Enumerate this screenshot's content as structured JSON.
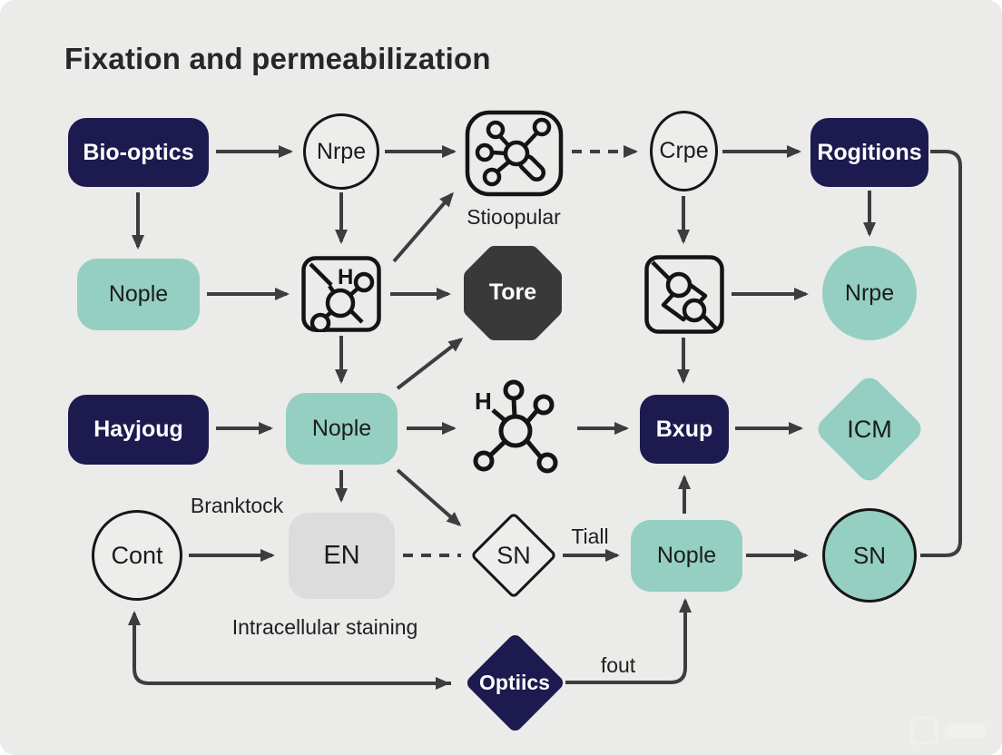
{
  "title": "Fixation and permeabilization",
  "nodes": {
    "bio_optics": "Bio-optics",
    "nrpe_top": "Nrpe",
    "crpe": "Crpe",
    "rogitions": "Rogitions",
    "nople_2": "Nople",
    "tore": "Tore",
    "nrpe_teal": "Nrpe",
    "hayjoug": "Hayjoug",
    "nople_3": "Nople",
    "bxup": "Bxup",
    "icm": "ICM",
    "cont": "Cont",
    "en": "EN",
    "sn_diamond": "SN",
    "nople_4": "Nople",
    "sn_circle": "SN",
    "optics": "Optiics"
  },
  "annotations": {
    "stioopular": "Stioopular",
    "branktock": "Branktock",
    "intracellular": "Intracellular staining",
    "tiall": "Tiall",
    "fout": "fout",
    "h_square": "H",
    "h_molecule": "H"
  },
  "colors": {
    "background": "#ebebe9",
    "navy": "#1d1a4f",
    "teal": "#94cfc1",
    "dark_node": "#3a3939",
    "light_gray_node": "#dcdcdc",
    "line": "#3d3d3d",
    "outline": "#161616"
  }
}
